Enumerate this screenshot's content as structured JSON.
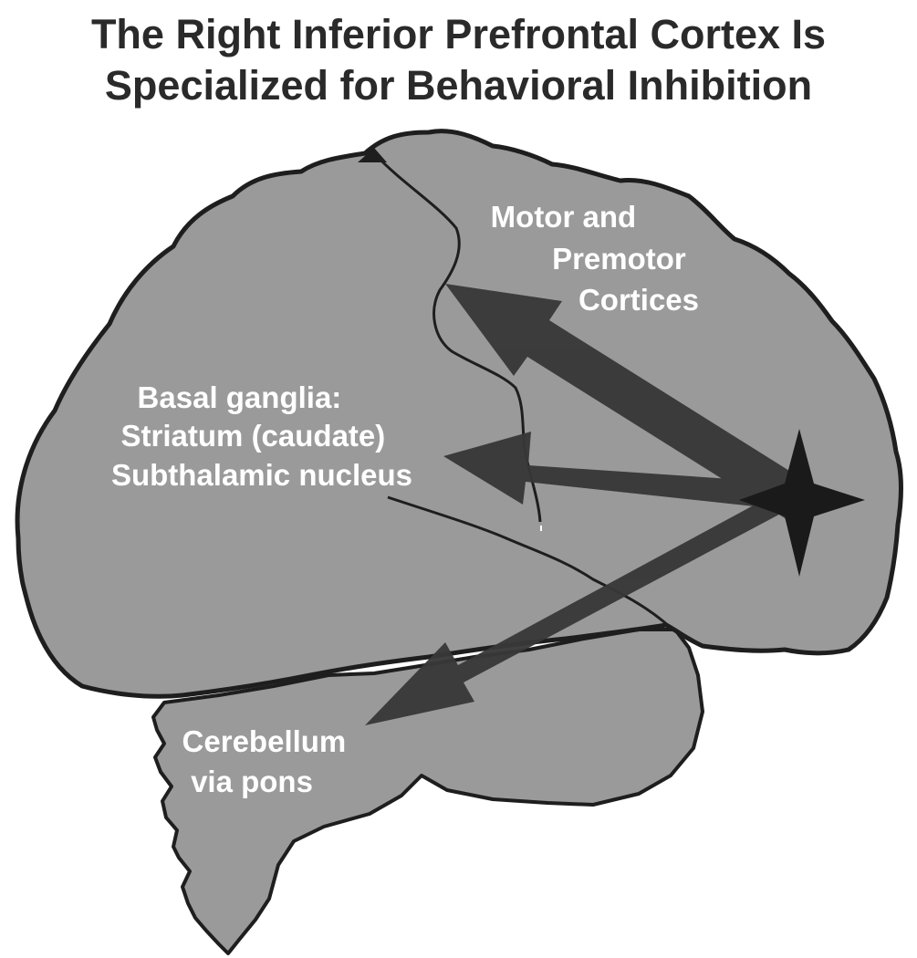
{
  "title": {
    "line1": "The Right Inferior Prefrontal Cortex Is",
    "line2": "Specialized for Behavioral Inhibition"
  },
  "labels": {
    "motor": [
      "Motor and",
      "Premotor",
      "Cortices"
    ],
    "basal": [
      "Basal ganglia:",
      "Striatum (caudate)",
      "Subthalamic nucleus"
    ],
    "cerebellum": [
      "Cerebellum",
      "via pons"
    ]
  },
  "colors": {
    "brain_fill": "#9a9a9a",
    "outline": "#1e1e1e",
    "arrow": "#383838",
    "label_text": "#ffffff",
    "title_text": "#2a2a2a"
  }
}
